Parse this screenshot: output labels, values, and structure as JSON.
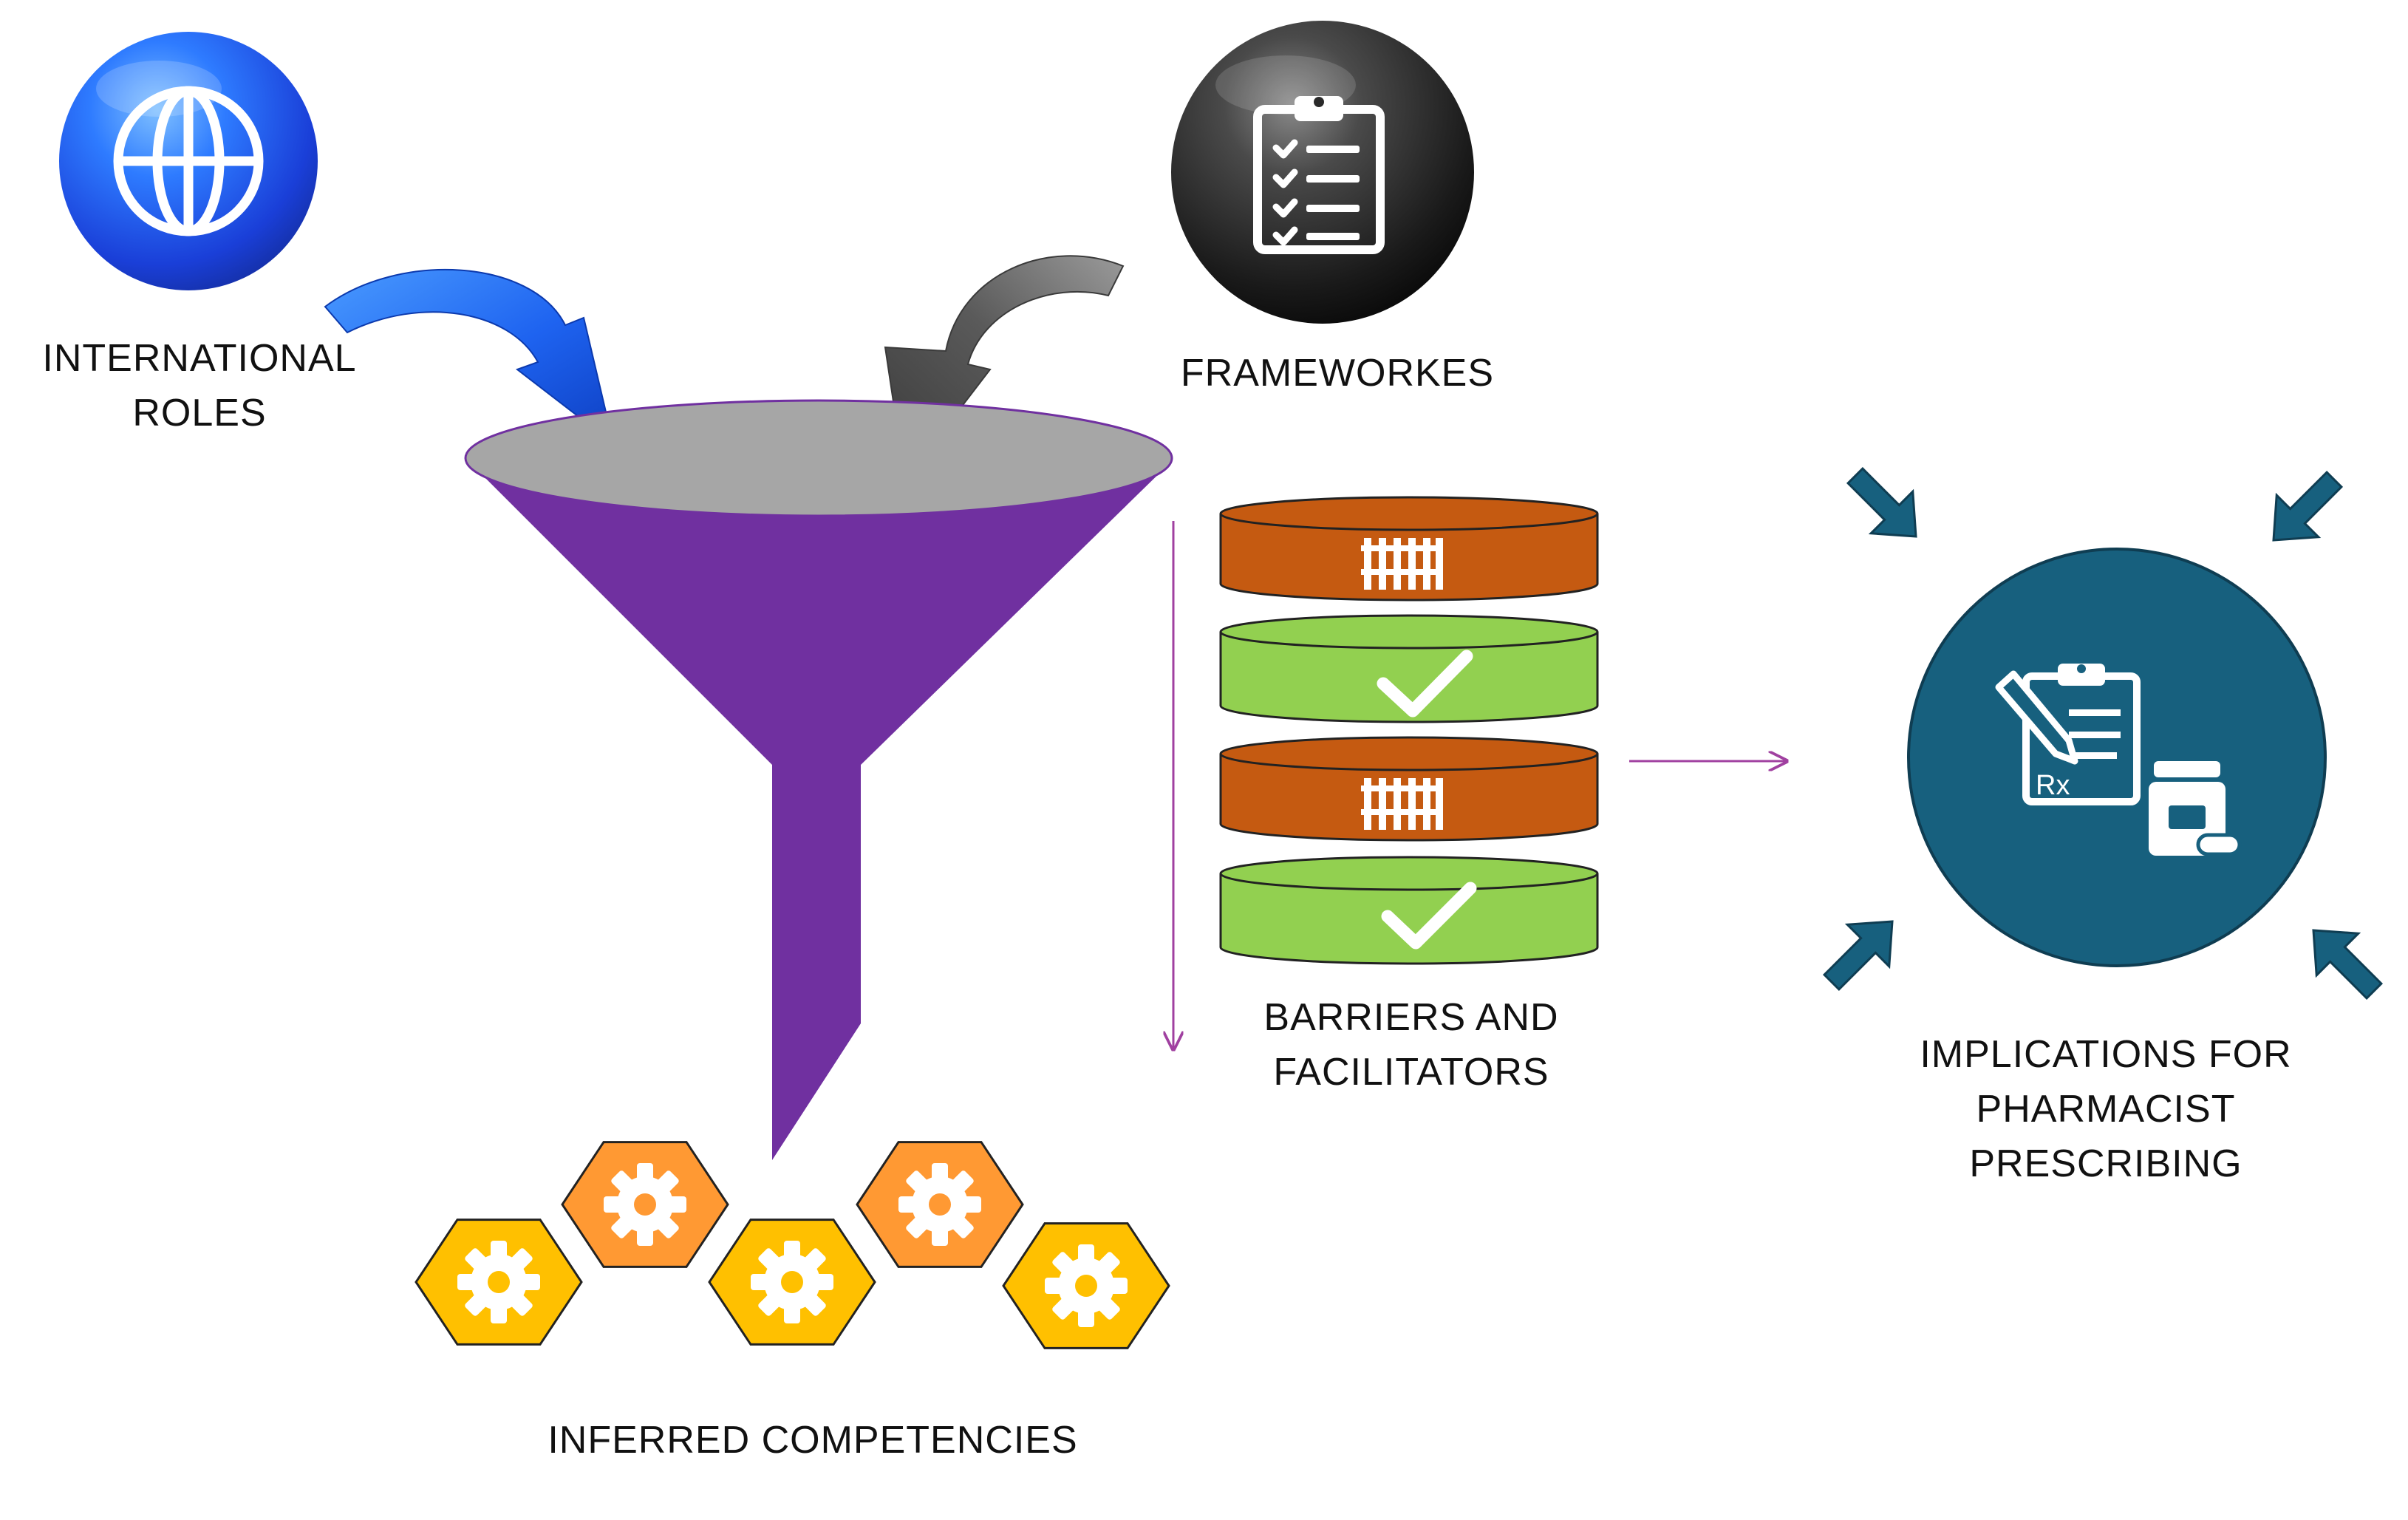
{
  "labels": {
    "international_roles": [
      "INTERNATIONAL",
      "ROLES"
    ],
    "frameworks": [
      "FRAMEWORKES"
    ],
    "barriers_and_facilitators": [
      "BARRIERS AND",
      "FACILITATORS"
    ],
    "implications": [
      "IMPLICATIONS FOR",
      "PHARMACIST",
      "PRESCRIBING"
    ],
    "inferred_competencies": [
      "INFERRED COMPETENCIES"
    ]
  },
  "prescription_symbol": "Rx",
  "icons": {
    "international_roles": "globe-icon",
    "frameworks": "clipboard-checklist-icon",
    "funnel": "funnel-icon",
    "barrier": "fence-icon",
    "facilitator": "checkmark-icon",
    "competency": "gear-icon",
    "implications": "prescription-clipboard-icon"
  },
  "colors": {
    "funnel": "#7030A0",
    "funnel_rim": "#A6A6A6",
    "globe_blue": "#1E5BE6",
    "framework_dark": "#262626",
    "barrier_orange": "#C55A11",
    "facilitator_green": "#92D050",
    "gear_yellow": "#FFC000",
    "gear_orange": "#FF9933",
    "implications_teal": "#17607E",
    "connector_purple": "#A040A0"
  }
}
